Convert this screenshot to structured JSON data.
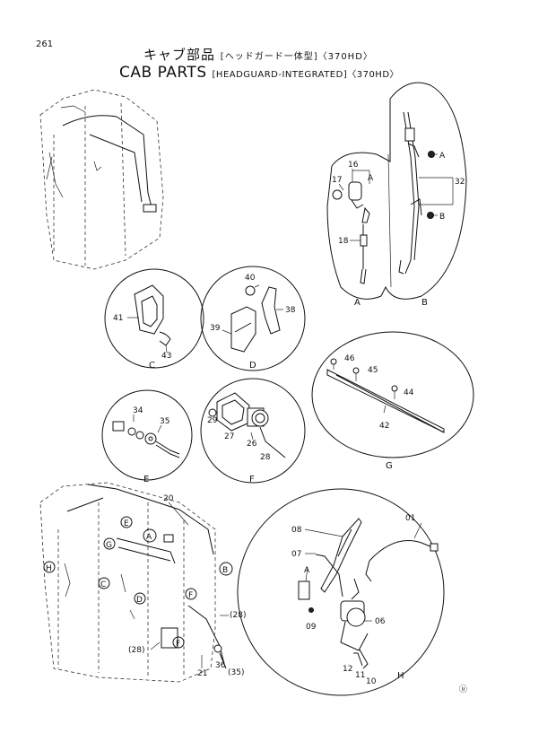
{
  "page_number": "261",
  "title_jp_main": "キャブ部品",
  "title_jp_sub": "[ヘッドガード一体型]〈370HD〉",
  "title_en_main": "CAB PARTS",
  "title_en_sub": "[HEADGUARD-INTEGRATED]〈370HD〉",
  "detail_labels": {
    "A": "A",
    "B": "B",
    "C": "C",
    "D": "D",
    "E": "E",
    "F": "F",
    "G": "G",
    "H": "H"
  },
  "part_numbers": {
    "p01": "01",
    "p06": "06",
    "p07": "07",
    "p08": "08",
    "p09": "09",
    "p10": "10",
    "p11": "11",
    "p12": "12",
    "p16": "16",
    "p17": "17",
    "p18": "18",
    "p20": "20",
    "p21": "21",
    "p26": "26",
    "p27": "27",
    "p28": "28",
    "p28p": "(28)",
    "p28p2": "(28)",
    "p29": "29",
    "p32": "32",
    "p34": "34",
    "p35": "35",
    "p35p": "(35)",
    "p36": "36",
    "p38": "38",
    "p39": "39",
    "p40": "40",
    "p41": "41",
    "p42": "42",
    "p43": "43",
    "p44": "44",
    "p45": "45",
    "p46": "46"
  },
  "callout_letters": {
    "A": "A",
    "B": "B",
    "E": "E",
    "G": "G",
    "H": "H",
    "C": "C",
    "D": "D",
    "F": "F",
    "F2": "F"
  },
  "inline_letters": {
    "A16": "A",
    "A32": "A",
    "B32": "B",
    "A07": "A"
  },
  "corner_mark": "ⓤ"
}
